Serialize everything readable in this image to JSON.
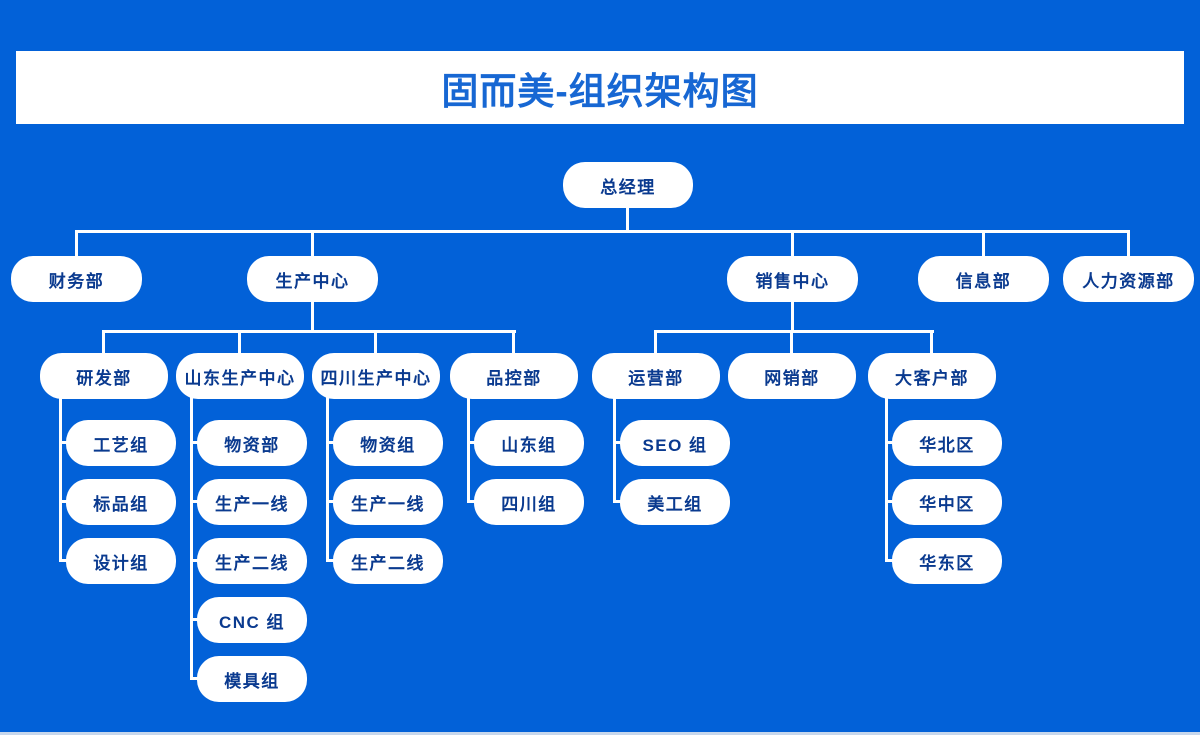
{
  "page": {
    "title": "固而美-组织架构图"
  },
  "colors": {
    "background": "#0261d8",
    "node_background": "#ffffff",
    "node_text": "#0a3a8f",
    "title_text": "#1767d3",
    "connector": "#ffffff"
  },
  "org_chart": {
    "root": "总经理",
    "level2": [
      "财务部",
      "生产中心",
      "销售中心",
      "信息部",
      "人力资源部"
    ],
    "production_depts": [
      "研发部",
      "山东生产中心",
      "四川生产中心",
      "品控部"
    ],
    "sales_depts": [
      "运营部",
      "网销部",
      "大客户部"
    ],
    "teams": {
      "research": [
        "工艺组",
        "标品组",
        "设计组"
      ],
      "shandong": [
        "物资部",
        "生产一线",
        "生产二线",
        "CNC 组",
        "模具组"
      ],
      "sichuan": [
        "物资组",
        "生产一线",
        "生产二线"
      ],
      "quality": [
        "山东组",
        "四川组"
      ],
      "operations": [
        "SEO 组",
        "美工组"
      ],
      "key_accounts": [
        "华北区",
        "华中区",
        "华东区"
      ]
    }
  }
}
